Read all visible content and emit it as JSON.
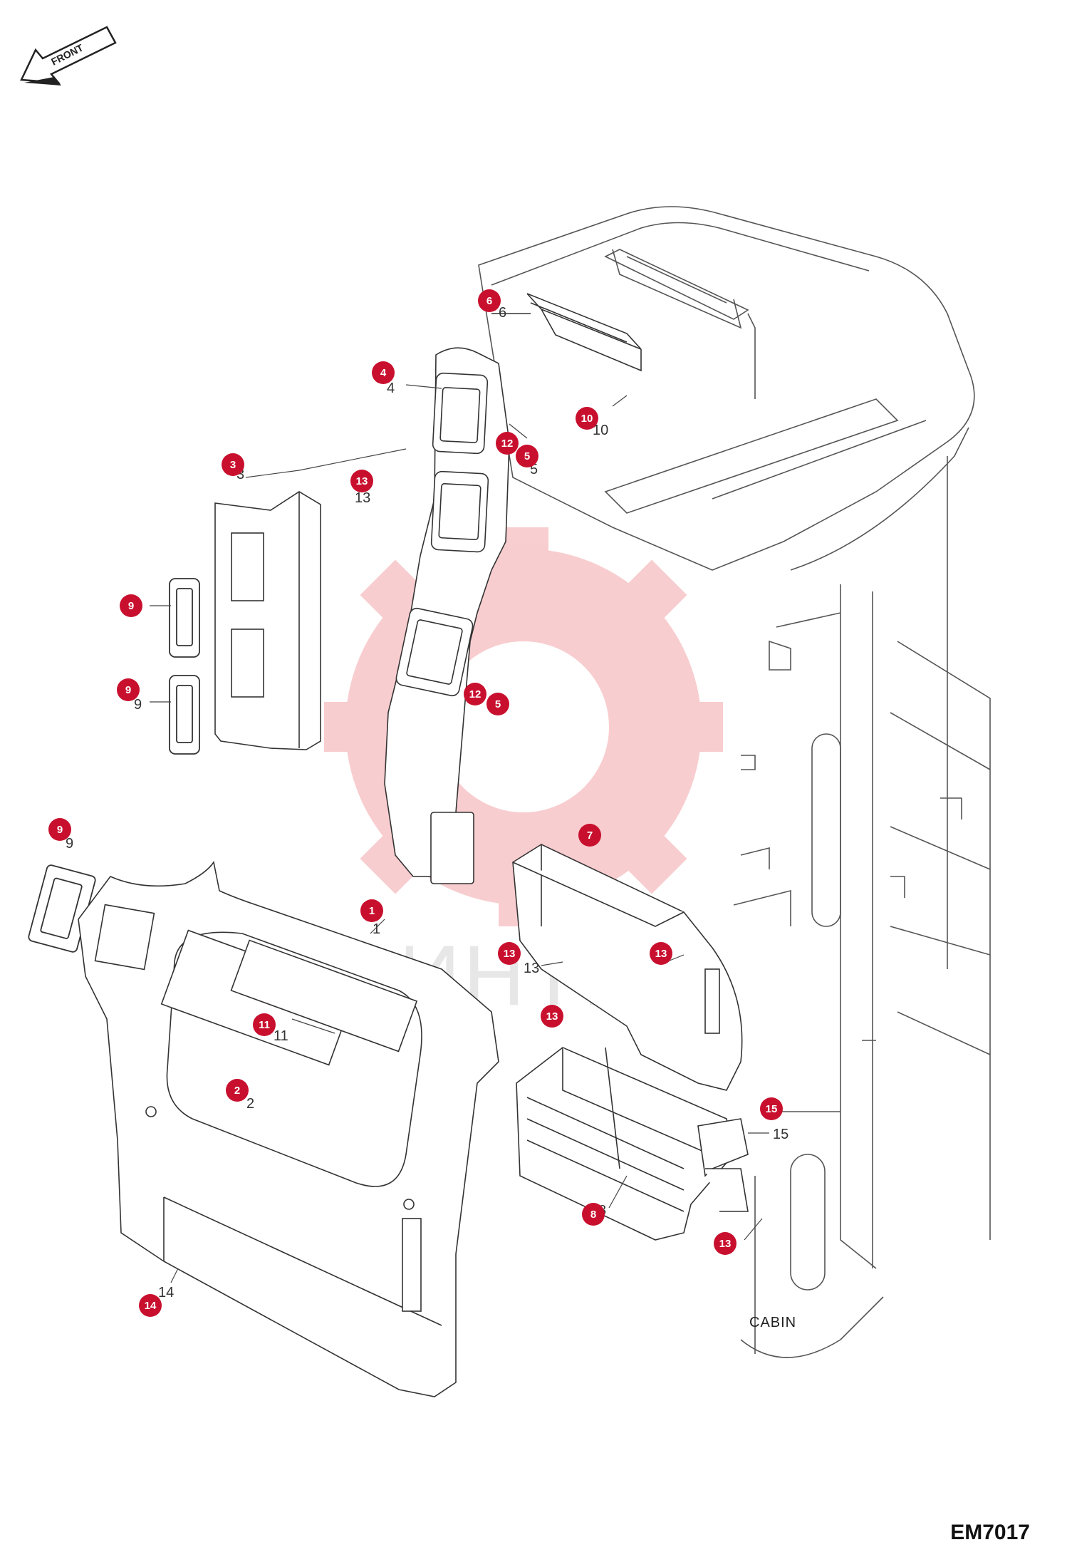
{
  "diagram": {
    "drawing_code": "EM7017",
    "cabin_label": "CABIN",
    "front_arrow_label": "FRONT",
    "watermark_text": "ИНТЕХ",
    "badge_color": "#c8102e",
    "callouts": [
      {
        "id": "1",
        "label": "1"
      },
      {
        "id": "2",
        "label": "2"
      },
      {
        "id": "3",
        "label": "3"
      },
      {
        "id": "4",
        "label": "4"
      },
      {
        "id": "5a",
        "label": "5"
      },
      {
        "id": "5b",
        "label": "5"
      },
      {
        "id": "6",
        "label": "6"
      },
      {
        "id": "7",
        "label": "7"
      },
      {
        "id": "8",
        "label": "8"
      },
      {
        "id": "9a",
        "label": "9"
      },
      {
        "id": "9b",
        "label": "9"
      },
      {
        "id": "9c",
        "label": "9"
      },
      {
        "id": "10",
        "label": "10"
      },
      {
        "id": "11",
        "label": "11"
      },
      {
        "id": "12a",
        "label": "12"
      },
      {
        "id": "12b",
        "label": "12"
      },
      {
        "id": "13a",
        "label": "13"
      },
      {
        "id": "13b",
        "label": "13"
      },
      {
        "id": "13c",
        "label": "13"
      },
      {
        "id": "13d",
        "label": "13"
      },
      {
        "id": "13e",
        "label": "13"
      },
      {
        "id": "14",
        "label": "14"
      },
      {
        "id": "15",
        "label": "15"
      }
    ]
  }
}
